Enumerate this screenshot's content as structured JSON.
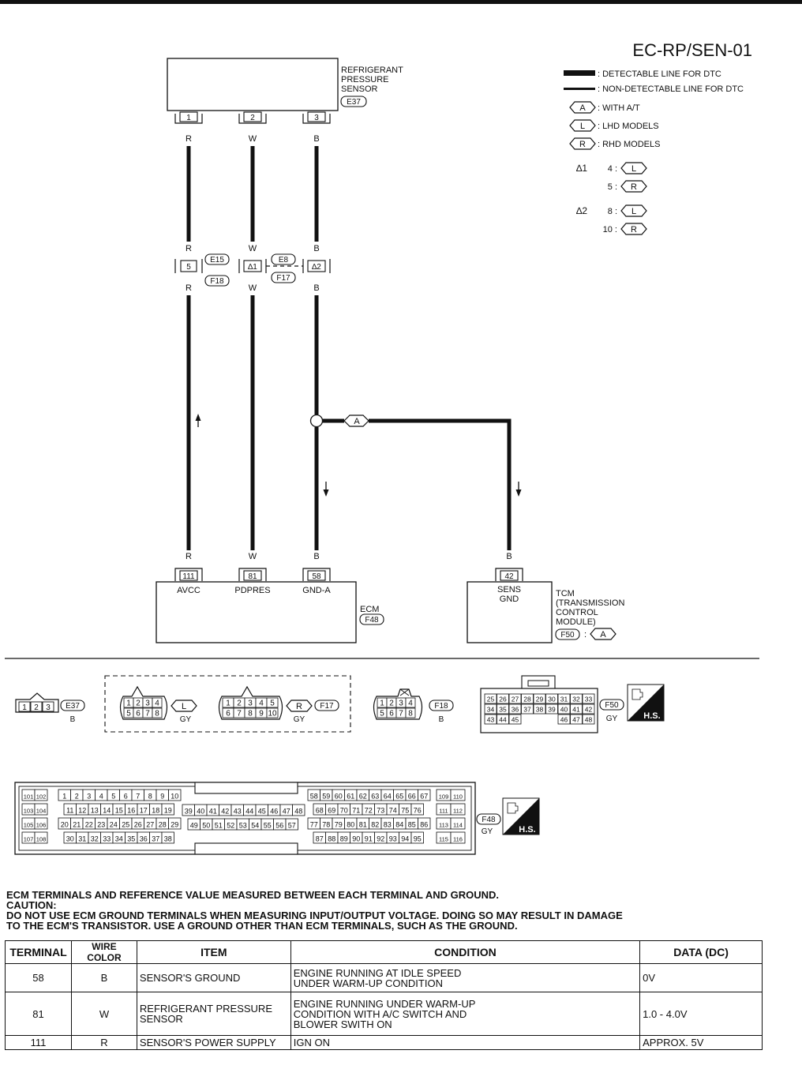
{
  "page_code": "EC-RP/SEN-01",
  "legend": {
    "detectable": ": DETECTABLE LINE FOR DTC",
    "non_detectable": ": NON-DETECTABLE LINE FOR DTC",
    "items": [
      {
        "code": "A",
        "label": ": WITH A/T"
      },
      {
        "code": "L",
        "label": ": LHD MODELS"
      },
      {
        "code": "R",
        "label": ": RHD MODELS"
      }
    ],
    "star1": {
      "mark": "∆1",
      "rows": [
        {
          "num": "4 :",
          "code": "L"
        },
        {
          "num": "5 :",
          "code": "R"
        }
      ]
    },
    "star2": {
      "mark": "∆2",
      "rows": [
        {
          "num": "8 :",
          "code": "L"
        },
        {
          "num": "10 :",
          "code": "R"
        }
      ]
    }
  },
  "sensor": {
    "label_lines": [
      "REFRIGERANT",
      "PRESSURE",
      "SENSOR"
    ],
    "connector": "E37",
    "pins": [
      "1",
      "2",
      "3"
    ],
    "colors": [
      "R",
      "W",
      "B"
    ]
  },
  "junction": {
    "pins": [
      "5",
      "∆1",
      "∆2"
    ],
    "colors_top": [
      "R",
      "W",
      "B"
    ],
    "colors_bottom": [
      "R",
      "W",
      "B"
    ],
    "conn_left_top": "E15",
    "conn_left_bottom": "F18",
    "conn_mid_top": "E8",
    "conn_mid_bottom": "F17"
  },
  "branch_code": "A",
  "ecm": {
    "pins": [
      "111",
      "81",
      "58"
    ],
    "colors": [
      "R",
      "W",
      "B"
    ],
    "pin_labels": [
      "AVCC",
      "PDPRES",
      "GND-A"
    ],
    "label": "ECM",
    "connector": "F48"
  },
  "tcm": {
    "pin": "42",
    "color": "B",
    "pin_label_lines": [
      "SENS",
      "GND"
    ],
    "label_lines": [
      "TCM",
      "(TRANSMISSION",
      "CONTROL",
      "MODULE)"
    ],
    "connector": "F50",
    "code": "A"
  },
  "connectors": {
    "e37": {
      "id": "E37",
      "color": "B",
      "pins": [
        "1",
        "2",
        "3"
      ]
    },
    "l_conn": {
      "code": "L",
      "color": "GY",
      "top": [
        "1",
        "2",
        "3",
        "4"
      ],
      "bottom": [
        "5",
        "6",
        "7",
        "8"
      ]
    },
    "r_conn": {
      "code": "R",
      "id": "F17",
      "color": "GY",
      "top": [
        "1",
        "2",
        "3",
        "4",
        "5"
      ],
      "bottom": [
        "6",
        "7",
        "8",
        "9",
        "10"
      ]
    },
    "f18": {
      "id": "F18",
      "color": "B",
      "top": [
        "1",
        "2",
        "3",
        "4"
      ],
      "bottom": [
        "5",
        "6",
        "7",
        "8"
      ]
    },
    "f50": {
      "id": "F50",
      "color": "GY",
      "badge": "H.S.",
      "rows": [
        [
          "25",
          "26",
          "27",
          "28",
          "29",
          "30",
          "31",
          "32",
          "33"
        ],
        [
          "34",
          "35",
          "36",
          "37",
          "38",
          "39",
          "40",
          "41",
          "42"
        ],
        [
          "43",
          "44",
          "45",
          "",
          "",
          "",
          "46",
          "47",
          "48"
        ]
      ]
    },
    "f48": {
      "id": "F48",
      "color": "GY",
      "badge": "H.S.",
      "g1": [
        [
          "101",
          "102"
        ],
        [
          "103",
          "104"
        ],
        [
          "105",
          "106"
        ],
        [
          "107",
          "108"
        ]
      ],
      "g2": [
        [
          "1",
          "2",
          "3",
          "4",
          "5",
          "6",
          "7",
          "8",
          "9",
          "10"
        ],
        [
          "11",
          "12",
          "13",
          "14",
          "15",
          "16",
          "17",
          "18",
          "19"
        ],
        [
          "20",
          "21",
          "22",
          "23",
          "24",
          "25",
          "26",
          "27",
          "28",
          "29"
        ],
        [
          "30",
          "31",
          "32",
          "33",
          "34",
          "35",
          "36",
          "37",
          "38"
        ]
      ],
      "g3": [
        [
          "39",
          "40",
          "41",
          "42",
          "43",
          "44",
          "45",
          "46",
          "47",
          "48"
        ],
        [
          "49",
          "50",
          "51",
          "52",
          "53",
          "54",
          "55",
          "56",
          "57"
        ]
      ],
      "g4": [
        [
          "58",
          "59",
          "60",
          "61",
          "62",
          "63",
          "64",
          "65",
          "66",
          "67"
        ],
        [
          "68",
          "69",
          "70",
          "71",
          "72",
          "73",
          "74",
          "75",
          "76"
        ],
        [
          "77",
          "78",
          "79",
          "80",
          "81",
          "82",
          "83",
          "84",
          "85",
          "86"
        ],
        [
          "87",
          "88",
          "89",
          "90",
          "91",
          "92",
          "93",
          "94",
          "95"
        ]
      ],
      "g5": [
        [
          "109",
          "110"
        ],
        [
          "111",
          "112"
        ],
        [
          "113",
          "114"
        ],
        [
          "115",
          "116"
        ]
      ]
    }
  },
  "notes": {
    "line1": "ECM TERMINALS AND REFERENCE VALUE MEASURED BETWEEN EACH TERMINAL AND GROUND.",
    "line2": "CAUTION:",
    "line3": "DO NOT USE ECM GROUND TERMINALS WHEN MEASURING INPUT/OUTPUT VOLTAGE. DOING SO MAY RESULT IN  DAMAGE",
    "line4": "TO THE  ECM'S TRANSISTOR. USE A GROUND OTHER THAN ECM TERMINALS, SUCH AS THE GROUND."
  },
  "table": {
    "headers": [
      "TERMINAL",
      "WIRE COLOR",
      "ITEM",
      "CONDITION",
      "DATA (DC)"
    ],
    "rows": [
      {
        "terminal": "58",
        "color": "B",
        "item": "SENSOR'S GROUND",
        "condition_lines": [
          "ENGINE RUNNING AT IDLE SPEED",
          "UNDER WARM-UP CONDITION"
        ],
        "data": "0V"
      },
      {
        "terminal": "81",
        "color": "W",
        "item": "REFRIGERANT PRESSURE SENSOR",
        "condition_lines": [
          "ENGINE RUNNING UNDER WARM-UP",
          "CONDITION WITH A/C SWITCH AND",
          "BLOWER SWITH ON"
        ],
        "data": "1.0 - 4.0V"
      },
      {
        "terminal": "111",
        "color": "R",
        "item": "SENSOR'S POWER SUPPLY",
        "condition_lines": [
          "IGN ON"
        ],
        "data": "APPROX. 5V"
      }
    ]
  }
}
